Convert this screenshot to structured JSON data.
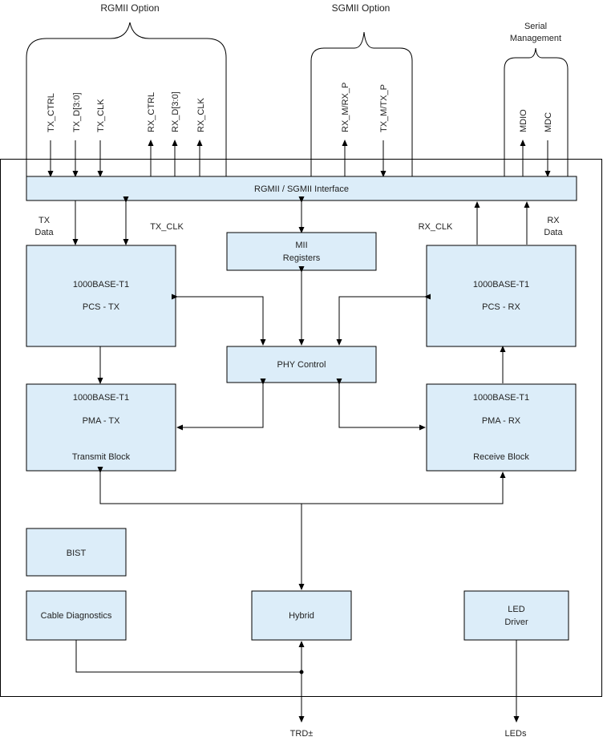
{
  "colors": {
    "block_fill": "#dcedf9",
    "line": "#000000",
    "text": "#222222"
  },
  "groups": {
    "rgmii": "RGMII Option",
    "sgmii": "SGMII Option",
    "serial_line1": "Serial",
    "serial_line2": "Management"
  },
  "pins": {
    "tx_ctrl": "TX_CTRL",
    "tx_d": "TX_D[3:0]",
    "tx_clk": "TX_CLK",
    "rx_ctrl": "RX_CTRL",
    "rx_d": "RX_D[3:0]",
    "rx_clk": "RX_CLK",
    "rx_m": "RX_M/RX_P",
    "tx_m": "TX_M/TX_P",
    "mdio": "MDIO",
    "mdc": "MDC"
  },
  "blocks": {
    "interface": "RGMII / SGMII Interface",
    "mii_line1": "MII",
    "mii_line2": "Registers",
    "pcs_tx_line1": "1000BASE-T1",
    "pcs_tx_line2": "PCS - TX",
    "pcs_rx_line1": "1000BASE-T1",
    "pcs_rx_line2": "PCS - RX",
    "phy_control": "PHY Control",
    "pma_tx_line1": "1000BASE-T1",
    "pma_tx_line2": "PMA - TX",
    "pma_tx_line3": "Transmit Block",
    "pma_rx_line1": "1000BASE-T1",
    "pma_rx_line2": "PMA - RX",
    "pma_rx_line3": "Receive Block",
    "bist": "BIST",
    "cable_diag": "Cable Diagnostics",
    "hybrid": "Hybrid",
    "led_line1": "LED",
    "led_line2": "Driver"
  },
  "signals": {
    "tx_data_line1": "TX",
    "tx_data_line2": "Data",
    "tx_clk": "TX_CLK",
    "rx_clk": "RX_CLK",
    "rx_data_line1": "RX",
    "rx_data_line2": "Data",
    "trd": "TRD±",
    "leds": "LEDs"
  }
}
